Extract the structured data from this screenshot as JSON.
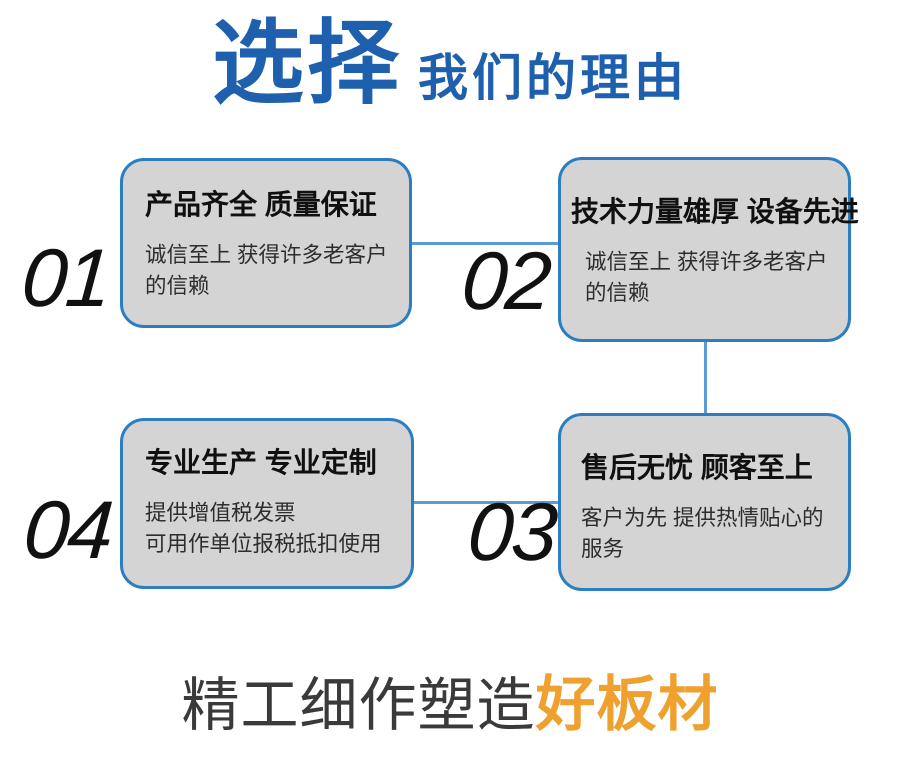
{
  "header": {
    "title_highlight": "选择",
    "title_rest": "我们的理由"
  },
  "reasons": [
    {
      "number": "01",
      "title": "产品齐全 质量保证",
      "desc": "诚信至上 获得许多老客户\n的信赖"
    },
    {
      "number": "02",
      "title": "技术力量雄厚 设备先进",
      "desc": "诚信至上 获得许多老客户\n的信赖"
    },
    {
      "number": "03",
      "title": "售后无忧 顾客至上",
      "desc": "客户为先 提供热情贴心的\n服务"
    },
    {
      "number": "04",
      "title": "专业生产 专业定制",
      "desc": "提供增值税发票\n可用作单位报税抵扣使用"
    }
  ],
  "footer": {
    "text_dark": "精工细作塑造",
    "text_accent": "好板材"
  },
  "colors": {
    "title_blue": "#1e5fae",
    "card_border": "#2b7ec1",
    "card_background": "#d4d4d4",
    "connector_blue": "#5b9bd5",
    "number_black": "#111111",
    "footer_dark": "#3a3a3a",
    "footer_accent_orange": "#efa12f"
  }
}
